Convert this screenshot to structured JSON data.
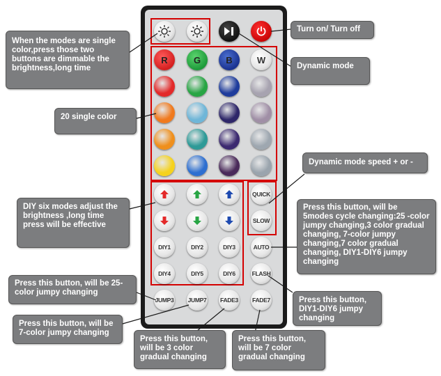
{
  "remote": {
    "rgb_labels": {
      "r": "R",
      "g": "G",
      "b": "B",
      "w": "W"
    },
    "quick": "QUICK",
    "slow": "SLOW",
    "auto": "AUTO",
    "flash": "FLASH",
    "diy": [
      "DIY1",
      "DIY2",
      "DIY3",
      "DIY4",
      "DIY5",
      "DIY6"
    ],
    "jump3": "JUMP3",
    "jump7": "JUMP7",
    "fade3": "FADE3",
    "fade7": "FADE7",
    "swatch_colors": [
      [
        "#e32a2a",
        "#28a544",
        "#1e3c9c",
        "#a7a3b0"
      ],
      [
        "#f07a1e",
        "#6fb6d8",
        "#2e2769",
        "#a08fa6"
      ],
      [
        "#ef8f1c",
        "#2e9a97",
        "#3c2a70",
        "#9ea7b0"
      ],
      [
        "#f5d21e",
        "#2e6fd0",
        "#4a2a5a",
        "#9aa4ad"
      ]
    ],
    "arrow_colors": {
      "up_red": "#e32a2a",
      "up_green": "#28a544",
      "up_blue": "#1e4ab0"
    }
  },
  "callouts": {
    "brightness": "When the modes are single color,press those two buttons are dimmable the brightness,long time",
    "power": "Turn on/ Turn off",
    "dynamic": "Dynamic mode",
    "single": "20 single color",
    "speed": "Dynamic mode speed + or -",
    "diy_modes": "DIY six modes adjust the brightness ,long time press will be effective",
    "auto": "Press this button, will be 5modes cycle changing:25 -color jumpy changing,3 color gradual changing, 7-color jumpy changing,7 color gradual changing, DIY1-DIY6 jumpy changing",
    "jump3": "Press this button, will be 25-color jumpy changing",
    "flash": "Press this button, DIY1-DIY6 jumpy changing",
    "jump7": "Press this button, will be 7-color jumpy changing",
    "fade3": "Press this button, will be 3 color gradual changing",
    "fade7": "Press this button, will be 7 color gradual changing"
  }
}
